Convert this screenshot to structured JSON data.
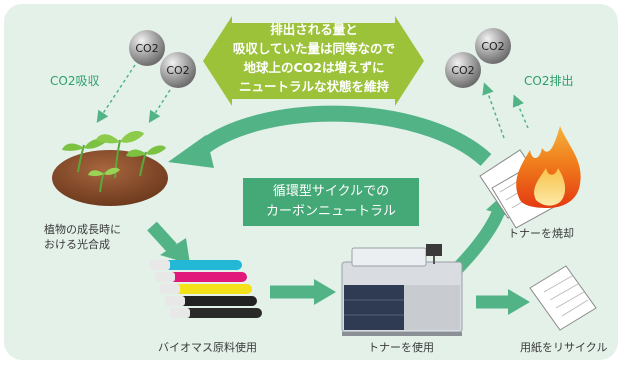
{
  "banner": {
    "lines": [
      "排出される量と",
      "吸収していた量は同等なので",
      "地球上のCO2は増えずに",
      "ニュートラルな状態を維持"
    ]
  },
  "center": {
    "lines": [
      "循環型サイクルでの",
      "カーボンニュートラル"
    ]
  },
  "labels": {
    "co2_absorb": "CO2吸収",
    "co2_emit": "CO2排出",
    "plant": [
      "植物の成長時に",
      "おける光合成"
    ],
    "biomass": "バイオマス原料使用",
    "use_toner": "トナーを使用",
    "burn": "トナーを焼却",
    "recycle": "用紙をリサイクル"
  },
  "co2_bubbles": [
    "CO2",
    "CO2",
    "CO2",
    "CO2"
  ],
  "colors": {
    "arrow": "#52b486",
    "banner": "#9cc23a",
    "co2_gray": "#8e8e8e",
    "box": "#45a877"
  }
}
